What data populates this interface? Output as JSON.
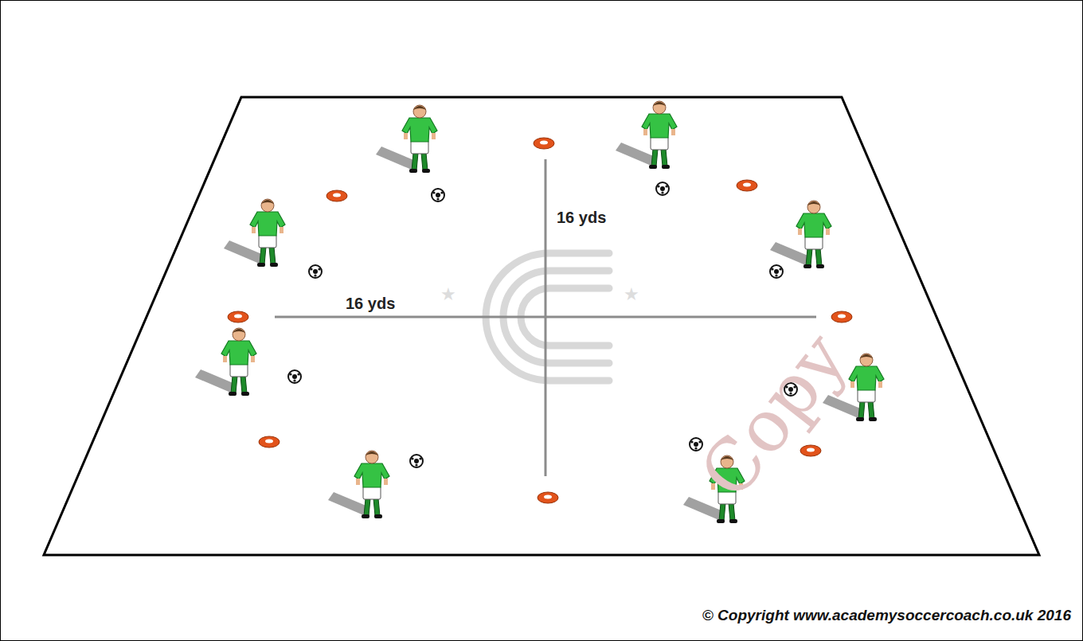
{
  "diagram": {
    "labels": [
      "16 yds",
      "16 yds",
      "Copy",
      "© Copyright www.academysoccercoach.co.uk 2016"
    ]
  }
}
